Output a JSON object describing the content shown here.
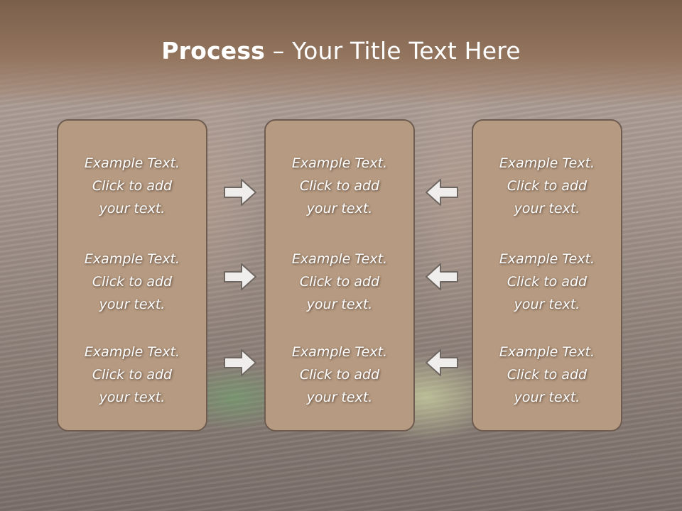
{
  "slide": {
    "title_strong": "Process",
    "title_rest": " – Your Title Text Here"
  },
  "columns": [
    {
      "blocks": [
        {
          "line1": "Example Text.",
          "line2": "Click  to add",
          "line3": "your text."
        },
        {
          "line1": "Example Text.",
          "line2": "Click  to add",
          "line3": "your text."
        },
        {
          "line1": "Example Text.",
          "line2": "Click  to add",
          "line3": "your text."
        }
      ]
    },
    {
      "blocks": [
        {
          "line1": "Example Text.",
          "line2": "Click  to add",
          "line3": "your text."
        },
        {
          "line1": "Example Text.",
          "line2": "Click  to add",
          "line3": "your text."
        },
        {
          "line1": "Example Text.",
          "line2": "Click  to add",
          "line3": "your text."
        }
      ]
    },
    {
      "blocks": [
        {
          "line1": "Example Text.",
          "line2": "Click  to add",
          "line3": "your text."
        },
        {
          "line1": "Example Text.",
          "line2": "Click  to add",
          "line3": "your text."
        },
        {
          "line1": "Example Text.",
          "line2": "Click  to add",
          "line3": "your text."
        }
      ]
    }
  ],
  "arrows": {
    "left_to_center": [
      "arrow-right-icon",
      "arrow-right-icon",
      "arrow-right-icon"
    ],
    "right_to_center": [
      "arrow-left-icon",
      "arrow-left-icon",
      "arrow-left-icon"
    ]
  },
  "colors": {
    "header": "#8a6c55",
    "panel_fill": "#b69b82",
    "panel_border": "#6f5c50",
    "text": "#ffffff"
  }
}
